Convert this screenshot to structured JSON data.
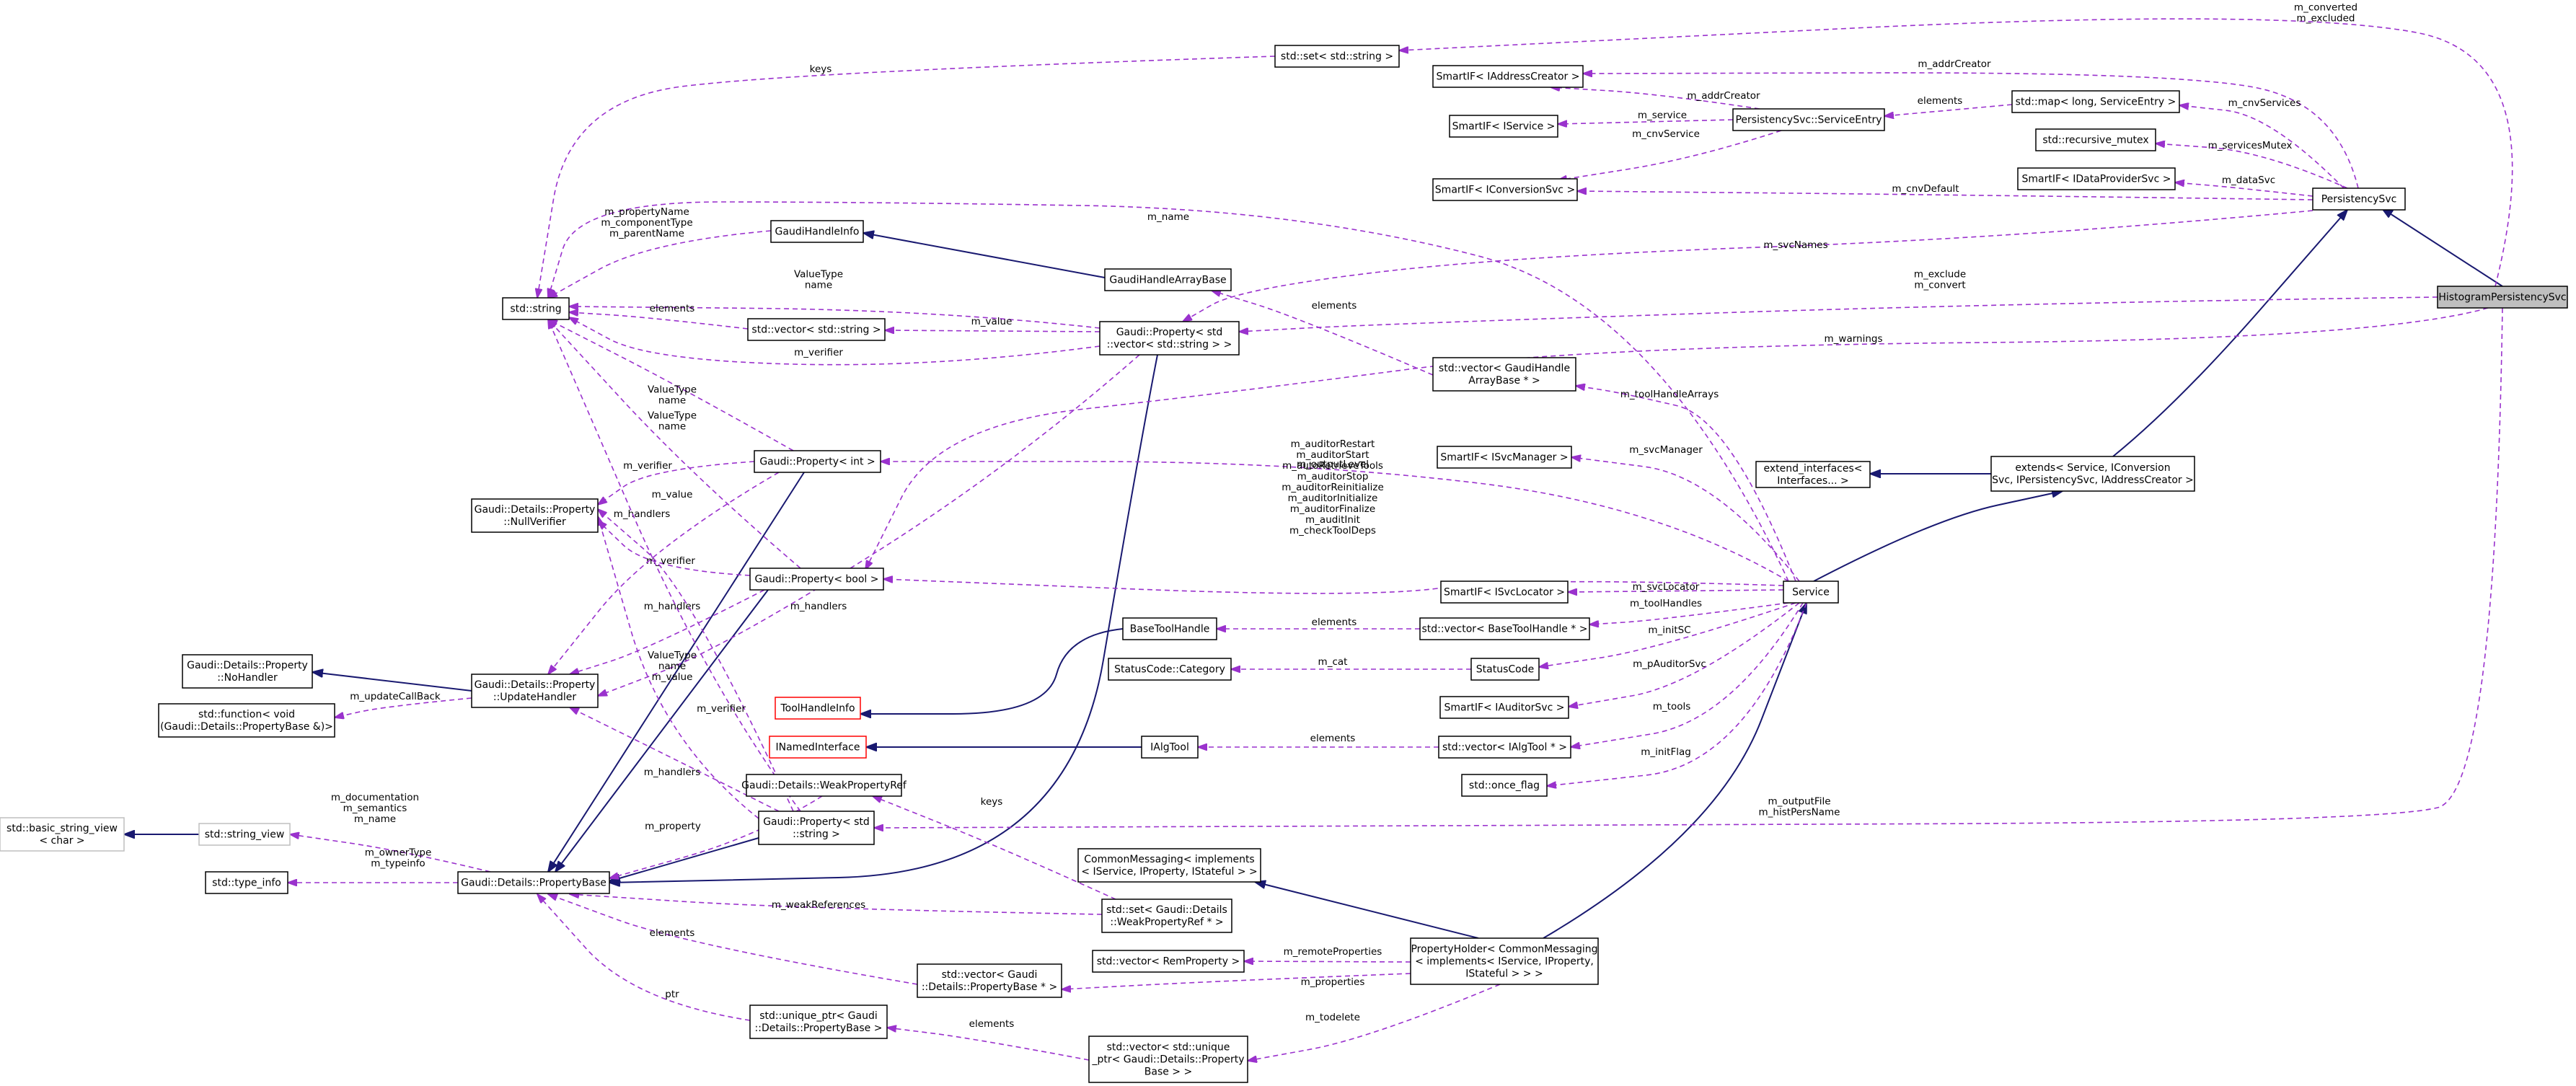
{
  "diagram": {
    "nodes": [
      {
        "id": "hps",
        "lines": [
          "HistogramPersistencySvc"
        ],
        "style": "highlight"
      },
      {
        "id": "ps",
        "lines": [
          "PersistencySvc"
        ]
      },
      {
        "id": "ext_main",
        "lines": [
          "extends< Service, IConversion",
          "Svc, IPersistencySvc, IAddressCreator >"
        ]
      },
      {
        "id": "ext_if",
        "lines": [
          "extend_interfaces<",
          "Interfaces... >"
        ]
      },
      {
        "id": "service",
        "lines": [
          "Service"
        ]
      },
      {
        "id": "set_string",
        "lines": [
          "std::set< std::string >"
        ]
      },
      {
        "id": "sif_addr",
        "lines": [
          "SmartIF< IAddressCreator >"
        ]
      },
      {
        "id": "sif_isvc",
        "lines": [
          "SmartIF< IService >"
        ]
      },
      {
        "id": "sif_iconv",
        "lines": [
          "SmartIF< IConversionSvc >"
        ]
      },
      {
        "id": "ps_se",
        "lines": [
          "PersistencySvc::ServiceEntry"
        ]
      },
      {
        "id": "map_long",
        "lines": [
          "std::map< long, ServiceEntry >"
        ]
      },
      {
        "id": "rec_mutex",
        "lines": [
          "std::recursive_mutex"
        ]
      },
      {
        "id": "sif_idp",
        "lines": [
          "SmartIF< IDataProviderSvc >"
        ]
      },
      {
        "id": "std_string",
        "lines": [
          "std::string"
        ]
      },
      {
        "id": "ghi",
        "lines": [
          "GaudiHandleInfo"
        ]
      },
      {
        "id": "ghab",
        "lines": [
          "GaudiHandleArrayBase"
        ]
      },
      {
        "id": "vec_string",
        "lines": [
          "std::vector< std::string >"
        ]
      },
      {
        "id": "prop_vec",
        "lines": [
          "Gaudi::Property< std",
          "::vector< std::string > >"
        ]
      },
      {
        "id": "vec_ghab",
        "lines": [
          "std::vector< GaudiHandle",
          "ArrayBase * >"
        ]
      },
      {
        "id": "sif_isvcmgr",
        "lines": [
          "SmartIF< ISvcManager >"
        ]
      },
      {
        "id": "prop_int",
        "lines": [
          "Gaudi::Property< int >"
        ]
      },
      {
        "id": "nullverifier",
        "lines": [
          "Gaudi::Details::Property",
          "::NullVerifier"
        ]
      },
      {
        "id": "prop_bool",
        "lines": [
          "Gaudi::Property< bool >"
        ]
      },
      {
        "id": "sif_isvcloc",
        "lines": [
          "SmartIF< ISvcLocator >"
        ]
      },
      {
        "id": "btoolhandle",
        "lines": [
          "BaseToolHandle"
        ]
      },
      {
        "id": "vec_bth",
        "lines": [
          "std::vector< BaseToolHandle * >"
        ]
      },
      {
        "id": "nohandler",
        "lines": [
          "Gaudi::Details::Property",
          "::NoHandler"
        ]
      },
      {
        "id": "updatehandler",
        "lines": [
          "Gaudi::Details::Property",
          "::UpdateHandler"
        ]
      },
      {
        "id": "std_function",
        "lines": [
          "std::function< void",
          "(Gaudi::Details::PropertyBase &)>"
        ]
      },
      {
        "id": "sc_cat",
        "lines": [
          "StatusCode::Category"
        ]
      },
      {
        "id": "statuscode",
        "lines": [
          "StatusCode"
        ]
      },
      {
        "id": "thinfo",
        "lines": [
          "ToolHandleInfo"
        ],
        "style": "red"
      },
      {
        "id": "sif_iaud",
        "lines": [
          "SmartIF< IAuditorSvc >"
        ]
      },
      {
        "id": "inamed",
        "lines": [
          "INamedInterface"
        ],
        "style": "red"
      },
      {
        "id": "ialgtool",
        "lines": [
          "IAlgTool"
        ]
      },
      {
        "id": "vec_ialg",
        "lines": [
          "std::vector< IAlgTool * >"
        ]
      },
      {
        "id": "once_flag",
        "lines": [
          "std::once_flag"
        ]
      },
      {
        "id": "weakpropref",
        "lines": [
          "Gaudi::Details::WeakPropertyRef"
        ]
      },
      {
        "id": "bsv",
        "lines": [
          "std::basic_string_view",
          "< char >"
        ],
        "style": "gray"
      },
      {
        "id": "strview",
        "lines": [
          "std::string_view"
        ],
        "style": "gray"
      },
      {
        "id": "prop_string",
        "lines": [
          "Gaudi::Property< std",
          "::string >"
        ]
      },
      {
        "id": "typeinfo",
        "lines": [
          "std::type_info"
        ]
      },
      {
        "id": "propbase",
        "lines": [
          "Gaudi::Details::PropertyBase"
        ]
      },
      {
        "id": "commsg",
        "lines": [
          "CommonMessaging< implements",
          "< IService, IProperty, IStateful > >"
        ]
      },
      {
        "id": "set_weak",
        "lines": [
          "std::set< Gaudi::Details",
          "::WeakPropertyRef * >"
        ]
      },
      {
        "id": "vec_remote",
        "lines": [
          "std::vector< RemProperty >"
        ]
      },
      {
        "id": "propholder",
        "lines": [
          "PropertyHolder< CommonMessaging",
          "< implements< IService, IProperty,",
          "IStateful > > >"
        ]
      },
      {
        "id": "vec_pbase",
        "lines": [
          "std::vector< Gaudi",
          "::Details::PropertyBase * >"
        ]
      },
      {
        "id": "uptr_pbase",
        "lines": [
          "std::unique_ptr< Gaudi",
          "::Details::PropertyBase >"
        ]
      },
      {
        "id": "vec_uptr",
        "lines": [
          "std::vector< std::unique",
          "_ptr< Gaudi::Details::Property",
          "Base > >"
        ]
      }
    ],
    "edges": [
      {
        "id": "e_ps_hps",
        "kind": "inherit",
        "label": []
      },
      {
        "id": "e_ext_ps",
        "kind": "inherit",
        "label": []
      },
      {
        "id": "e_svc_ext",
        "kind": "inherit",
        "label": []
      },
      {
        "id": "e_extif_ext",
        "kind": "inherit",
        "label": []
      },
      {
        "id": "e_ph_svc",
        "kind": "inherit",
        "label": []
      },
      {
        "id": "e_cm_ph",
        "kind": "inherit",
        "label": []
      },
      {
        "id": "e_ghi_ghab",
        "kind": "inherit",
        "label": []
      },
      {
        "id": "e_thi_bth",
        "kind": "inherit",
        "label": []
      },
      {
        "id": "e_inamed_ialg",
        "kind": "inherit",
        "label": []
      },
      {
        "id": "e_nohandler_uh",
        "kind": "inherit",
        "label": []
      },
      {
        "id": "e_bsv_sv",
        "kind": "inherit",
        "label": []
      },
      {
        "id": "e_pb_propvec",
        "kind": "inherit",
        "label": []
      },
      {
        "id": "e_pb_propint",
        "kind": "inherit",
        "label": []
      },
      {
        "id": "e_pb_propbool",
        "kind": "inherit",
        "label": []
      },
      {
        "id": "e_pb_propstr",
        "kind": "inherit",
        "label": []
      },
      {
        "id": "e_set_hps",
        "kind": "use",
        "label": [
          "m_converted",
          "m_excluded"
        ]
      },
      {
        "id": "e_str_set",
        "kind": "use",
        "label": [
          "keys"
        ]
      },
      {
        "id": "e_addr_ps",
        "kind": "use",
        "label": [
          "m_addrCreator"
        ]
      },
      {
        "id": "e_addr_se",
        "kind": "use",
        "label": [
          "m_addrCreator"
        ]
      },
      {
        "id": "e_isvc_se",
        "kind": "use",
        "label": [
          "m_service"
        ]
      },
      {
        "id": "e_iconv_se",
        "kind": "use",
        "label": [
          "m_cnvService"
        ]
      },
      {
        "id": "e_se_map",
        "kind": "use",
        "label": [
          "elements"
        ]
      },
      {
        "id": "e_map_ps",
        "kind": "use",
        "label": [
          "m_cnvServices"
        ]
      },
      {
        "id": "e_mutex_ps",
        "kind": "use",
        "label": [
          "m_servicesMutex"
        ]
      },
      {
        "id": "e_idp_ps",
        "kind": "use",
        "label": [
          "m_dataSvc"
        ]
      },
      {
        "id": "e_iconv_ps",
        "kind": "use",
        "label": [
          "m_cnvDefault"
        ]
      },
      {
        "id": "e_str_svc_name",
        "kind": "use",
        "label": [
          "m_name"
        ]
      },
      {
        "id": "e_pvec_ps",
        "kind": "use",
        "label": [
          "m_svcNames"
        ]
      },
      {
        "id": "e_str_ghi",
        "kind": "use",
        "label": [
          "m_propertyName",
          "m_componentType",
          "m_parentName"
        ]
      },
      {
        "id": "e_str_pvec",
        "kind": "use",
        "label": [
          "ValueType",
          "name"
        ]
      },
      {
        "id": "e_str_vecstr",
        "kind": "use",
        "label": [
          "elements"
        ]
      },
      {
        "id": "e_vecstr_pvec",
        "kind": "use",
        "label": [
          "m_value"
        ]
      },
      {
        "id": "e_str_pvec_verifier",
        "kind": "use",
        "label": [
          "m_verifier"
        ]
      },
      {
        "id": "e_pvec_hps",
        "kind": "use",
        "label": [
          "m_exclude",
          "m_convert"
        ]
      },
      {
        "id": "e_pbool_hps",
        "kind": "use",
        "label": [
          "m_warnings"
        ]
      },
      {
        "id": "e_ghab_vec",
        "kind": "use",
        "label": [
          "elements"
        ]
      },
      {
        "id": "e_vecghab_svc",
        "kind": "use",
        "label": [
          "m_toolHandleArrays"
        ]
      },
      {
        "id": "e_svcmgr_svc",
        "kind": "use",
        "label": [
          "m_svcManager"
        ]
      },
      {
        "id": "e_pint_svc",
        "kind": "use",
        "label": [
          "m_outputLevel"
        ]
      },
      {
        "id": "e_pbool_svc",
        "kind": "use",
        "label": [
          "m_auditorRestart",
          "m_auditorStart",
          "m_autoRetrieveTools",
          "m_auditorStop",
          "m_auditorReinitialize",
          "m_auditorInitialize",
          "m_auditorFinalize",
          "m_auditInit",
          "m_checkToolDeps"
        ]
      },
      {
        "id": "e_str_pint",
        "kind": "use",
        "label": [
          "ValueType",
          "name"
        ]
      },
      {
        "id": "e_nv_pint",
        "kind": "use",
        "label": [
          "m_verifier"
        ]
      },
      {
        "id": "e_str_pbool",
        "kind": "use",
        "label": [
          "ValueType",
          "name"
        ]
      },
      {
        "id": "e_nv_pbool",
        "kind": "use",
        "label": [
          "m_verifier"
        ]
      },
      {
        "id": "e_uh_pint",
        "kind": "use",
        "label": [
          "m_handlers"
        ]
      },
      {
        "id": "e_uh_pbool",
        "kind": "use",
        "label": [
          "m_handlers"
        ]
      },
      {
        "id": "e_uh_pvec",
        "kind": "use",
        "label": [
          "m_handlers"
        ]
      },
      {
        "id": "e_uh_pstr",
        "kind": "use",
        "label": [
          "m_handlers"
        ]
      },
      {
        "id": "e_fn_uh",
        "kind": "use",
        "label": [
          "m_updateCallBack"
        ]
      },
      {
        "id": "e_isvcloc_svc",
        "kind": "use",
        "label": [
          "m_svcLocator"
        ]
      },
      {
        "id": "e_bth_vec",
        "kind": "use",
        "label": [
          "elements"
        ]
      },
      {
        "id": "e_vecbth_svc",
        "kind": "use",
        "label": [
          "m_toolHandles"
        ]
      },
      {
        "id": "e_cat_sc",
        "kind": "use",
        "label": [
          "m_cat"
        ]
      },
      {
        "id": "e_sc_svc",
        "kind": "use",
        "label": [
          "m_initSC"
        ]
      },
      {
        "id": "e_aud_svc",
        "kind": "use",
        "label": [
          "m_pAuditorSvc"
        ]
      },
      {
        "id": "e_ialg_vec",
        "kind": "use",
        "label": [
          "elements"
        ]
      },
      {
        "id": "e_vecialg_svc",
        "kind": "use",
        "label": [
          "m_tools"
        ]
      },
      {
        "id": "e_once_svc",
        "kind": "use",
        "label": [
          "m_initFlag"
        ]
      },
      {
        "id": "e_str_pstr",
        "kind": "use",
        "label": [
          "ValueType",
          "name",
          "m_value"
        ]
      },
      {
        "id": "e_nv_pstr",
        "kind": "use",
        "label": [
          "m_value"
        ]
      },
      {
        "id": "e_nv_pstr2",
        "kind": "use",
        "label": [
          "m_verifier"
        ]
      },
      {
        "id": "e_pstr_hps",
        "kind": "use",
        "label": [
          "m_outputFile",
          "m_histPersName"
        ]
      },
      {
        "id": "e_pb_wpr",
        "kind": "use",
        "label": [
          "m_property"
        ]
      },
      {
        "id": "e_wpr_setweak",
        "kind": "use",
        "label": [
          "keys"
        ]
      },
      {
        "id": "e_sv_pb",
        "kind": "use",
        "label": [
          "m_documentation",
          "m_semantics",
          "m_name"
        ]
      },
      {
        "id": "e_ti_pb",
        "kind": "use",
        "label": [
          "m_ownerType",
          "m_typeinfo"
        ]
      },
      {
        "id": "e_setweak_pb",
        "kind": "use",
        "label": [
          "m_weakReferences"
        ]
      },
      {
        "id": "e_pb_vecpb",
        "kind": "use",
        "label": [
          "elements"
        ]
      },
      {
        "id": "e_pb_uptr",
        "kind": "use",
        "label": [
          "ptr"
        ]
      },
      {
        "id": "e_vecremote_ph",
        "kind": "use",
        "label": [
          "m_remoteProperties"
        ]
      },
      {
        "id": "e_vecpb_ph",
        "kind": "use",
        "label": [
          "m_properties"
        ]
      },
      {
        "id": "e_uptr_vec",
        "kind": "use",
        "label": [
          "elements"
        ]
      },
      {
        "id": "e_vecuptr_ph",
        "kind": "use",
        "label": [
          "m_todelete"
        ]
      }
    ]
  }
}
